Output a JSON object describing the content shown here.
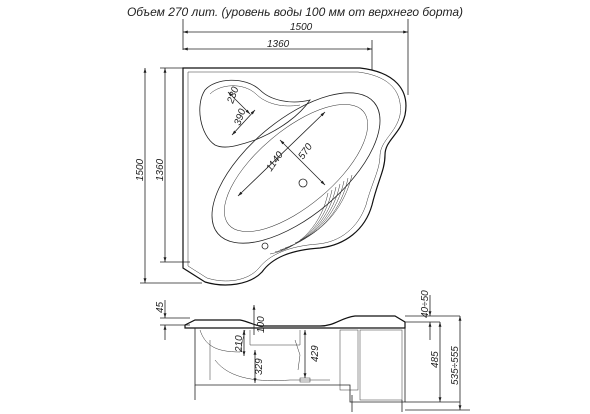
{
  "caption": "Объем 270 лит. (уровень воды 100 мм от верхнего борта)",
  "plan_view": {
    "dims": {
      "width_total": "1500",
      "width_inner": "1360",
      "height_total": "1500",
      "height_inner": "1360",
      "seat_a": "230",
      "seat_b": "390",
      "bowl_length": "1140",
      "bowl_width": "570"
    }
  },
  "side_view": {
    "dims": {
      "rim_offset": "45",
      "left_100": "100",
      "left_210": "210",
      "left_329": "329",
      "mid_429": "429",
      "right_40_50": "40÷50",
      "right_485": "485",
      "right_535_555": "535÷555"
    }
  }
}
